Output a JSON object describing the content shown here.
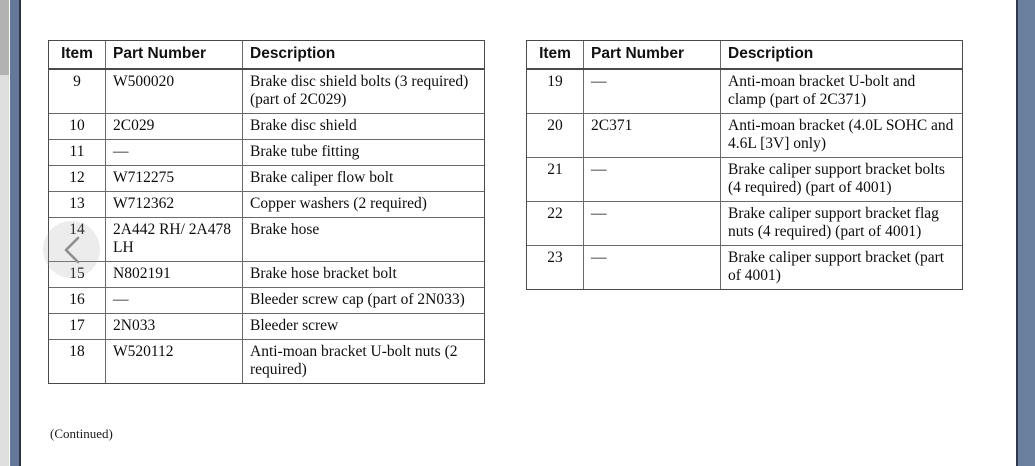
{
  "window": {
    "chrome_color": "#64789c",
    "chrome_edge_color": "#2b3242",
    "background": "#ffffff"
  },
  "scrollbar": {
    "track_color": "#dedede",
    "thumb_color": "#b2b2b2",
    "orientation": "vertical",
    "position": "left"
  },
  "overlay": {
    "icon": "chevron-left-icon",
    "label": "Back",
    "color": "#8c8c8c",
    "background": "rgba(170,170,170,0.22)"
  },
  "document": {
    "caption": "(Continued)",
    "tables": [
      {
        "id": "parts-table-left",
        "headers": [
          "Item",
          "Part Number",
          "Description"
        ],
        "rows": [
          {
            "item": "9",
            "part": "W500020",
            "desc": "Brake disc shield bolts (3 required) (part of 2C029)"
          },
          {
            "item": "10",
            "part": "2C029",
            "desc": "Brake disc shield"
          },
          {
            "item": "11",
            "part": "—",
            "desc": "Brake tube fitting"
          },
          {
            "item": "12",
            "part": "W712275",
            "desc": "Brake caliper flow bolt"
          },
          {
            "item": "13",
            "part": "W712362",
            "desc": "Copper washers (2 required)"
          },
          {
            "item": "14",
            "part": "2A442 RH/ 2A478 LH",
            "desc": "Brake hose"
          },
          {
            "item": "15",
            "part": "N802191",
            "desc": "Brake hose bracket bolt"
          },
          {
            "item": "16",
            "part": "—",
            "desc": "Bleeder screw cap (part of 2N033)"
          },
          {
            "item": "17",
            "part": "2N033",
            "desc": "Bleeder screw"
          },
          {
            "item": "18",
            "part": "W520112",
            "desc": "Anti-moan bracket U-bolt nuts (2 required)"
          }
        ]
      },
      {
        "id": "parts-table-right",
        "headers": [
          "Item",
          "Part Number",
          "Description"
        ],
        "rows": [
          {
            "item": "19",
            "part": "—",
            "desc": "Anti-moan bracket U-bolt and clamp (part of 2C371)"
          },
          {
            "item": "20",
            "part": "2C371",
            "desc": "Anti-moan bracket (4.0L SOHC and 4.6L [3V] only)"
          },
          {
            "item": "21",
            "part": "—",
            "desc": "Brake caliper support bracket bolts (4 required) (part of 4001)"
          },
          {
            "item": "22",
            "part": "—",
            "desc": "Brake caliper support bracket flag nuts (4 required) (part of 4001)"
          },
          {
            "item": "23",
            "part": "—",
            "desc": "Brake caliper support bracket (part of 4001)"
          }
        ]
      }
    ]
  }
}
